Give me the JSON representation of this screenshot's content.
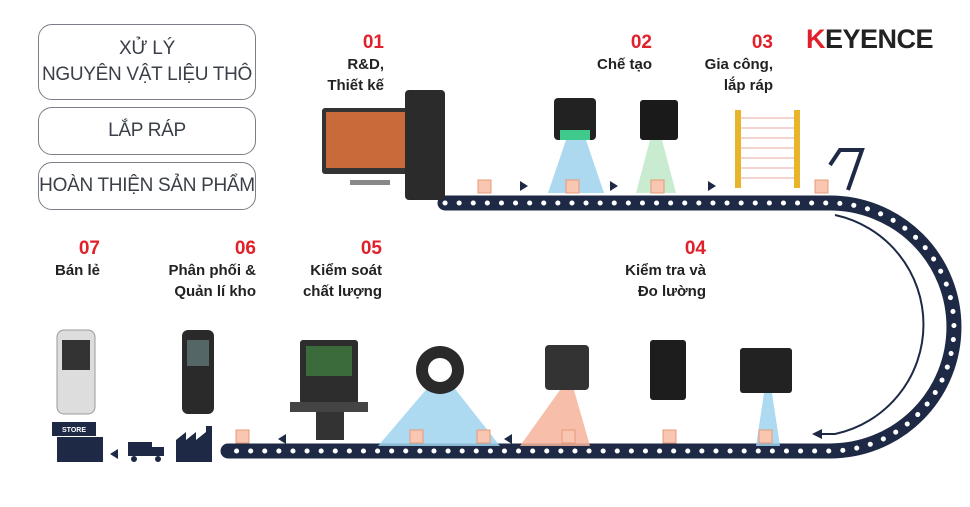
{
  "categories": [
    {
      "lines": [
        "XỬ LÝ",
        "NGUYÊN VẬT LIỆU THÔ"
      ]
    },
    {
      "lines": [
        "LẮP RÁP"
      ]
    },
    {
      "lines": [
        "HOÀN THIỆN SẢN PHẨM"
      ]
    }
  ],
  "brand": {
    "first": "K",
    "rest": "EYENCE"
  },
  "steps": [
    {
      "number": "01",
      "lines": [
        "R&D,",
        "Thiết kế"
      ]
    },
    {
      "number": "02",
      "lines": [
        "Chế tạo"
      ]
    },
    {
      "number": "03",
      "lines": [
        "Gia công,",
        "lắp ráp"
      ]
    },
    {
      "number": "04",
      "lines": [
        "Kiểm tra và",
        "Đo lường"
      ]
    },
    {
      "number": "05",
      "lines": [
        "Kiểm soát",
        "chất lượng"
      ]
    },
    {
      "number": "06",
      "lines": [
        "Phân phối &",
        "Quản lí kho"
      ]
    },
    {
      "number": "07",
      "lines": [
        "Bán lẻ"
      ]
    }
  ],
  "store_sign": "STORE",
  "colors": {
    "accent": "#e0202a",
    "belt": "#1e2a45",
    "beam": "#9fd3ee",
    "package": "#f6b49a"
  }
}
